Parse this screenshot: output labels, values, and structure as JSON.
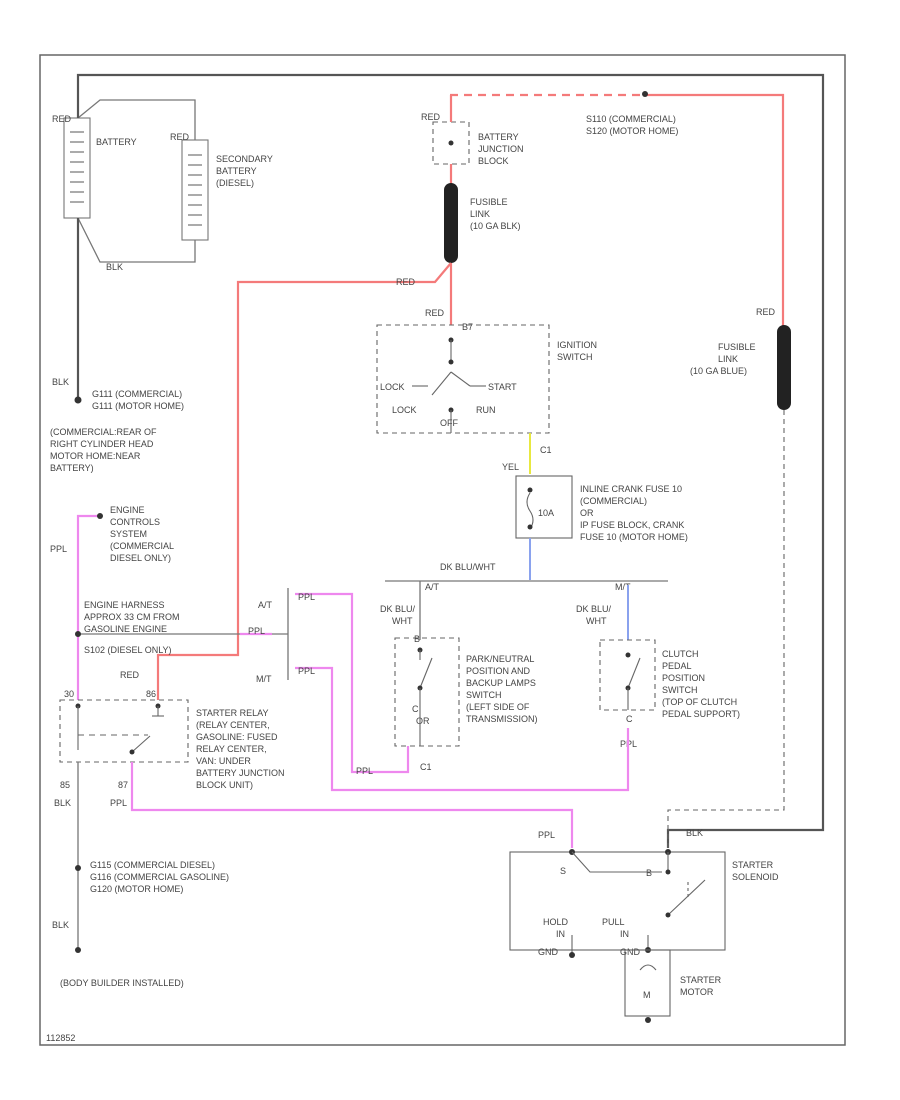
{
  "battery": {
    "label": "BATTERY",
    "pos": "RED",
    "neg": "BLK"
  },
  "secondary_battery": {
    "lines": [
      "SECONDARY",
      "BATTERY",
      "(DIESEL)"
    ],
    "pos": "RED"
  },
  "battery_ground": {
    "wire": "BLK",
    "lines": [
      "G111 (COMMERCIAL)",
      "G111 (MOTOR HOME)"
    ]
  },
  "ground_note": {
    "lines": [
      "(COMMERCIAL:REAR OF",
      "RIGHT CYLINDER HEAD",
      "MOTOR HOME:NEAR",
      "BATTERY)"
    ]
  },
  "top_red": "RED",
  "s110": {
    "lines": [
      "S110 (COMMERCIAL)",
      "S120 (MOTOR HOME)"
    ]
  },
  "battery_junction": {
    "wire": "RED",
    "lines": [
      "BATTERY",
      "JUNCTION",
      "BLOCK"
    ]
  },
  "fusible_link_1": {
    "lines": [
      "FUSIBLE",
      "LINK",
      "(10 GA BLK)"
    ]
  },
  "red_wire_label": "RED",
  "fusible_link_2": {
    "wire": "RED",
    "lines": [
      "FUSIBLE",
      "LINK",
      "(10 GA BLUE)"
    ]
  },
  "ignition_switch": {
    "wire": "RED",
    "terminal": "B7",
    "title": [
      "IGNITION",
      "SWITCH"
    ],
    "lock": "LOCK",
    "start": "START",
    "lock_bottom": "LOCK",
    "run": "RUN",
    "off": "OFF",
    "c1": "C1",
    "yel": "YEL"
  },
  "fuse": {
    "value": "10A",
    "lines": [
      "INLINE CRANK FUSE 10",
      "(COMMERCIAL)",
      "OR",
      "IP FUSE BLOCK, CRANK",
      "FUSE 10 (MOTOR HOME)"
    ]
  },
  "dk_blu_wht": "DK BLU/WHT",
  "at_label": "A/T",
  "mt_label": "M/T",
  "dk_blu_wht_left": {
    "lines": [
      "DK BLU/",
      "WHT"
    ]
  },
  "dk_blu_wht_right": {
    "lines": [
      "DK BLU/",
      "WHT"
    ]
  },
  "pn_switch": {
    "terminals": {
      "top": "B",
      "bottom": "C"
    },
    "or_label": "OR",
    "lines": [
      "PARK/NEUTRAL",
      "POSITION AND",
      "BACKUP LAMPS",
      "SWITCH",
      "(LEFT SIDE OF",
      "TRANSMISSION)"
    ],
    "ppl": "PPL",
    "c1": "C1"
  },
  "clutch_switch": {
    "terminal": "C",
    "ppl": "PPL",
    "lines": [
      "CLUTCH",
      "PEDAL",
      "POSITION",
      "SWITCH",
      "(TOP OF CLUTCH",
      "PEDAL SUPPORT)"
    ]
  },
  "engine_controls": {
    "wire": "PPL",
    "lines": [
      "ENGINE",
      "CONTROLS",
      "SYSTEM",
      "(COMMERCIAL",
      "DIESEL ONLY)"
    ]
  },
  "harness": {
    "lines": [
      "ENGINE HARNESS",
      "APPROX 33 CM FROM",
      "GASOLINE ENGINE"
    ]
  },
  "s102": "S102 (DIESEL ONLY)",
  "ppl_wire": "PPL",
  "starter_relay": {
    "red": "RED",
    "term_left": "30",
    "term_right": "86",
    "lines": [
      "STARTER RELAY",
      "(RELAY CENTER,",
      "GASOLINE: FUSED",
      "RELAY CENTER,",
      "VAN: UNDER",
      "BATTERY JUNCTION",
      "BLOCK UNIT)"
    ],
    "t85": "85",
    "blk": "BLK",
    "t87": "87",
    "ppl": "PPL"
  },
  "g_ground": {
    "lines": [
      "G115 (COMMERCIAL DIESEL)",
      "G116 (COMMERCIAL GASOLINE)",
      "G120 (MOTOR HOME)"
    ],
    "wire": "BLK"
  },
  "body_builder": "(BODY BUILDER INSTALLED)",
  "starter_solenoid": {
    "ppl": "PPL",
    "s": "S",
    "b": "B",
    "blk": "BLK",
    "lines": [
      "STARTER",
      "SOLENOID"
    ],
    "hold": "HOLD",
    "in": "IN",
    "pull": "PULL",
    "in2": "IN",
    "gnd": "GND"
  },
  "starter_motor": {
    "lines": [
      "STARTER",
      "MOTOR"
    ],
    "m": "M"
  },
  "id": "112852"
}
